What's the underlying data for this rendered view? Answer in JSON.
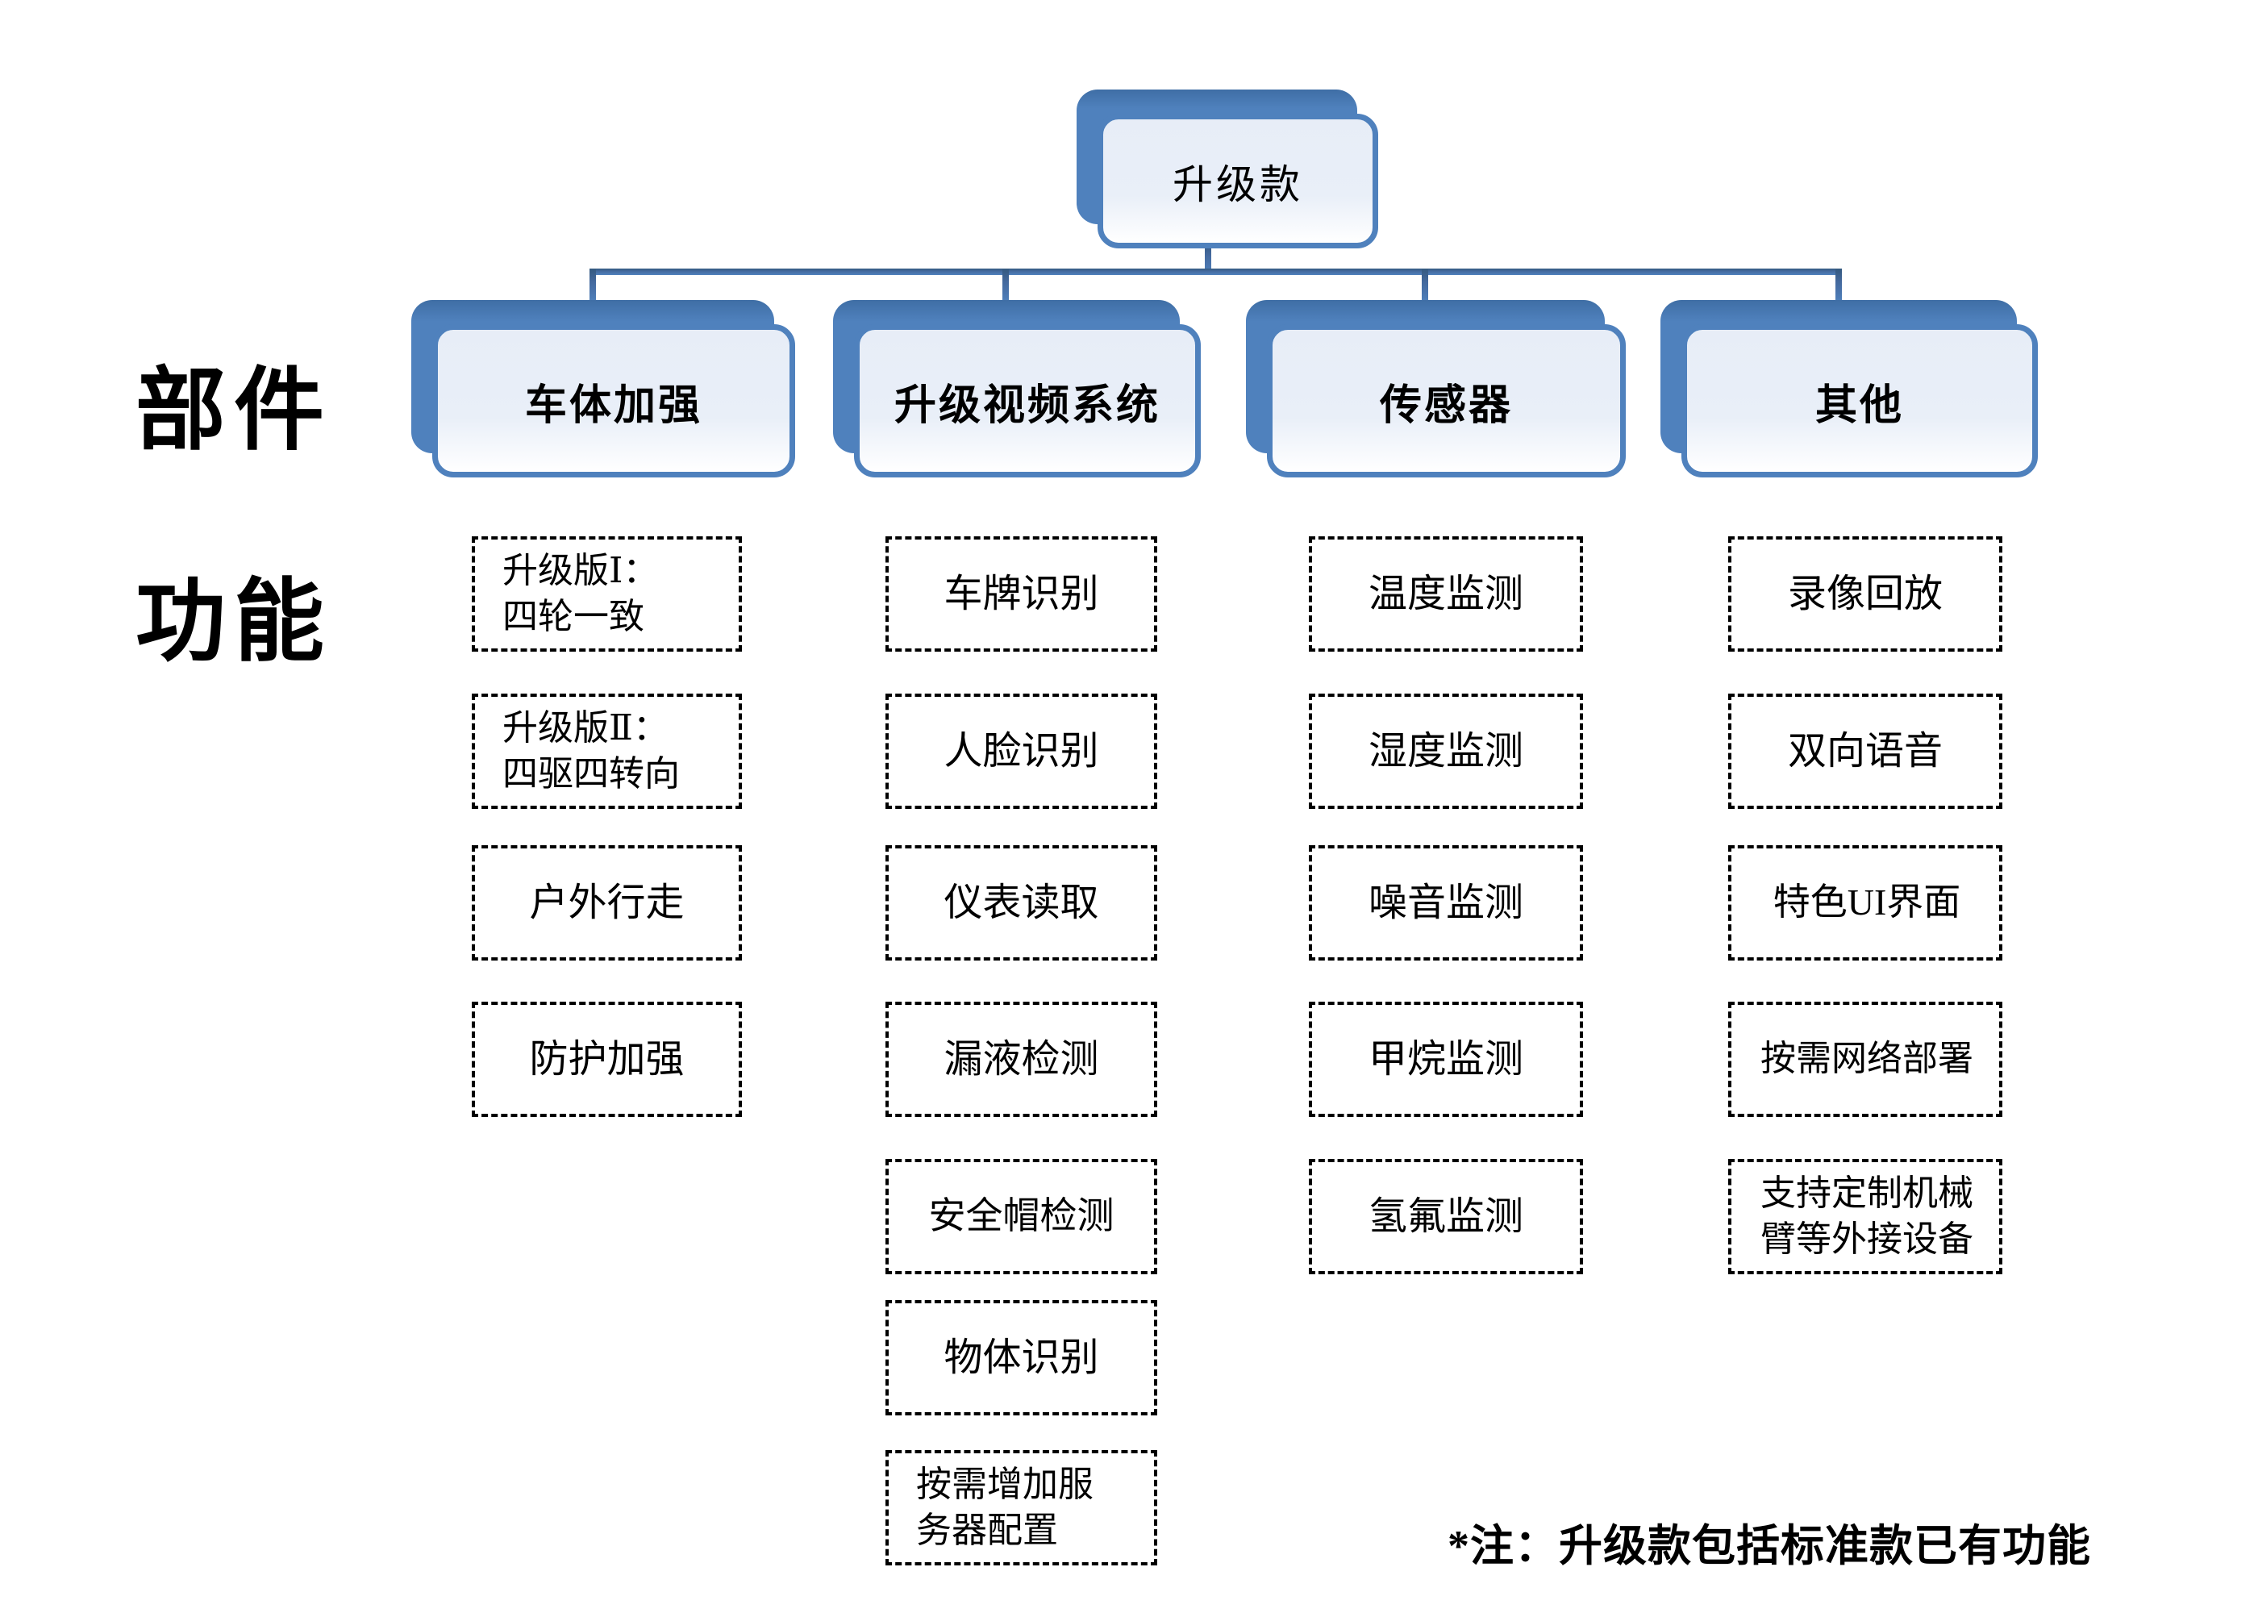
{
  "diagram": {
    "root": {
      "label": "升级款"
    },
    "side_labels": {
      "components": "部件",
      "functions": "功能"
    },
    "branches": [
      {
        "label": "车体加强",
        "features": [
          "升级版Ⅰ：\n四轮一致",
          "升级版Ⅱ：\n四驱四转向",
          "户外行走",
          "防护加强"
        ]
      },
      {
        "label": "升级视频系统",
        "features": [
          "车牌识别",
          "人脸识别",
          "仪表读取",
          "漏液检测",
          "安全帽检测",
          "物体识别",
          "按需增加服\n务器配置"
        ]
      },
      {
        "label": "传感器",
        "features": [
          "温度监测",
          "湿度监测",
          "噪音监测",
          "甲烷监测",
          "氢氟监测"
        ]
      },
      {
        "label": "其他",
        "features": [
          "录像回放",
          "双向语音",
          "特色UI界面",
          "按需网络部署",
          "支持定制机械\n臂等外接设备"
        ]
      }
    ],
    "note": "*注：升级款包括标准款已有功能",
    "colors": {
      "accent_blue": "#4f81bd",
      "connector_blue": "#44699e",
      "card_fill": "#e9eff8",
      "dashed_border": "#000000"
    }
  }
}
